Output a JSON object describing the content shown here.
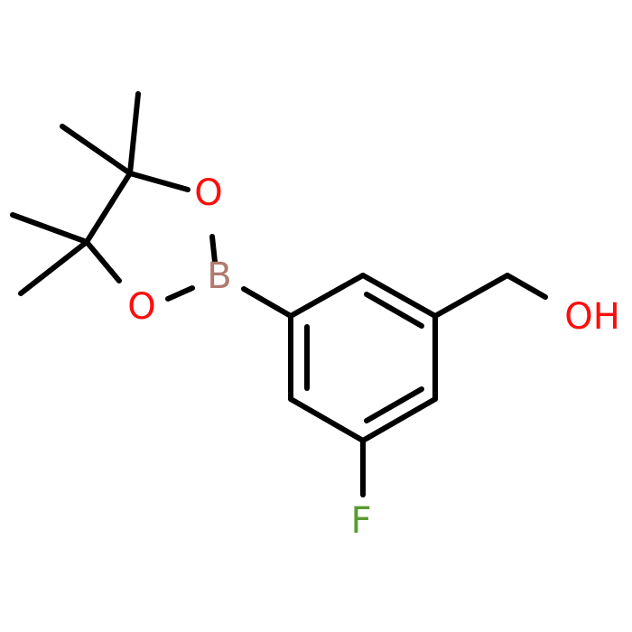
{
  "atoms": {
    "O1": {
      "text": "O",
      "color": "#ff0d0d"
    },
    "O2": {
      "text": "O",
      "color": "#ff0d0d"
    },
    "B": {
      "text": "B",
      "color": "#b07a70"
    },
    "OH": {
      "text": "OH",
      "color": "#ff0d0d"
    },
    "F": {
      "text": "F",
      "color": "#5a9a32"
    }
  },
  "bond_color": "#000000"
}
